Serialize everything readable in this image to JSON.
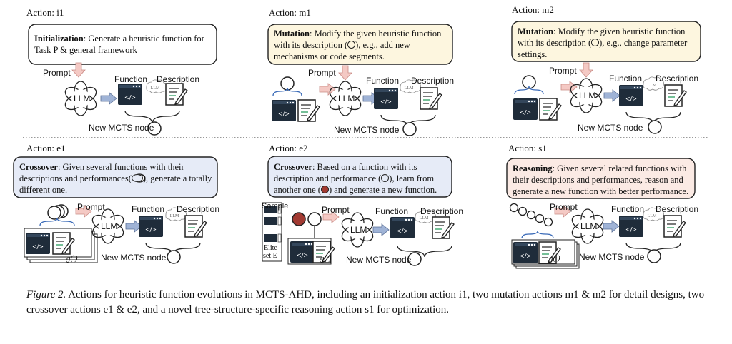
{
  "panels": [
    {
      "action": "Action: i1",
      "title": "Initialization",
      "desc": ": Generate a heuristic function for Task P & general framework"
    },
    {
      "action": "Action: m1",
      "title": "Mutation",
      "desc_a": ": Modify the given heuristic function with its description (",
      "desc_b": "), e.g., add new mechanisms or code segments."
    },
    {
      "action": "Action: m2",
      "title": "Mutation",
      "desc_a": ": Modify the given heuristic function with its description (",
      "desc_b": "), e.g., change parameter settings."
    },
    {
      "action": "Action: e1",
      "title": "Crossover",
      "desc_a": ": Given several functions with their descriptions and performances(",
      "desc_b": "), generate a totally different one."
    },
    {
      "action": "Action: e2",
      "title": "Crossover",
      "desc_a": ": Based on a function with its description and performance (",
      "desc_b": "), learn from another one (",
      "desc_c": ") and generate a new function."
    },
    {
      "action": "Action: s1",
      "title": "Reasoning",
      "desc": ": Given several related functions with their descriptions and performances, reason and generate a new function with better performance."
    }
  ],
  "labels": {
    "prompt": "Prompt",
    "function": "Function",
    "description": "Description",
    "new_node": "New MCTS node",
    "llm": "LLM",
    "sample": "Sample",
    "elite_a": "Elite",
    "elite_b": "set E",
    "g": "g(·)",
    "dots": "···"
  },
  "caption": {
    "fig": "Figure 2.",
    "text": " Actions for heuristic function evolutions in MCTS-AHD, including an initialization action i1, two mutation actions m1 & m2 for detail designs, two crossover actions e1 & e2, and a novel tree-structure-specific reasoning action s1 for optimization."
  },
  "colors": {
    "box_init": "#ffffff",
    "box_mut": "#fdf6df",
    "box_cross": "#e6ebf7",
    "box_reason": "#fbeae4",
    "arrow_pink": "#f4c9c4",
    "arrow_blue": "#9fb3d6",
    "code_bg": "#1f2c3a",
    "sample": "#a23a32"
  }
}
